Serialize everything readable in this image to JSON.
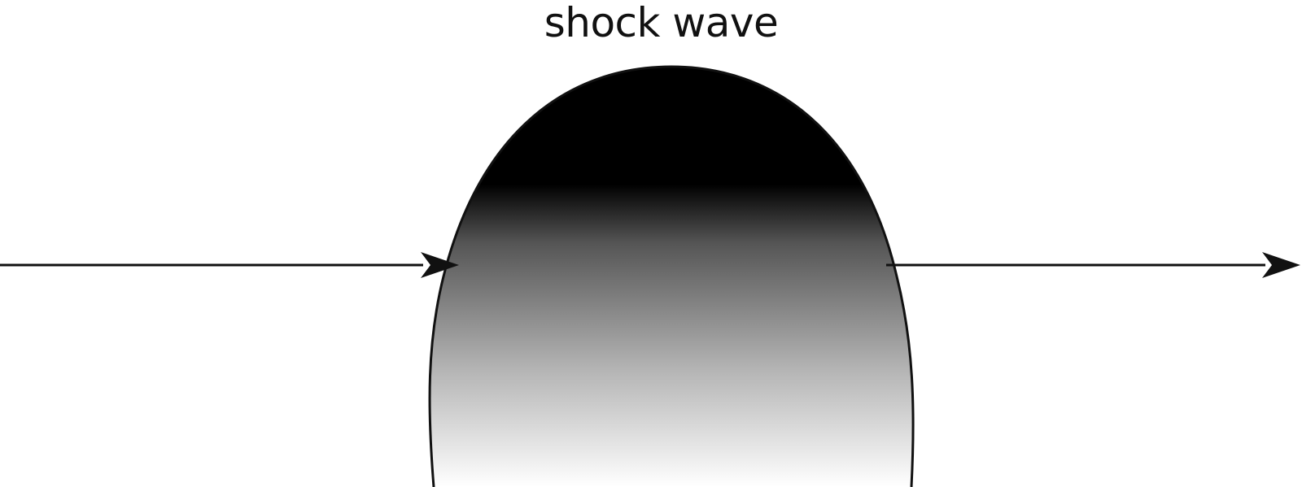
{
  "diagram": {
    "title": "shock wave",
    "colors": {
      "stroke": "#111111",
      "gradient_top": "#000000",
      "gradient_mid": "#555555",
      "gradient_bottom": "#ffffff"
    },
    "elements": [
      {
        "id": "incoming-ray",
        "type": "arrow",
        "direction": "right"
      },
      {
        "id": "outgoing-ray",
        "type": "arrow",
        "direction": "right"
      },
      {
        "id": "shock-front",
        "type": "dome",
        "fill": "vertical-gradient"
      }
    ]
  }
}
